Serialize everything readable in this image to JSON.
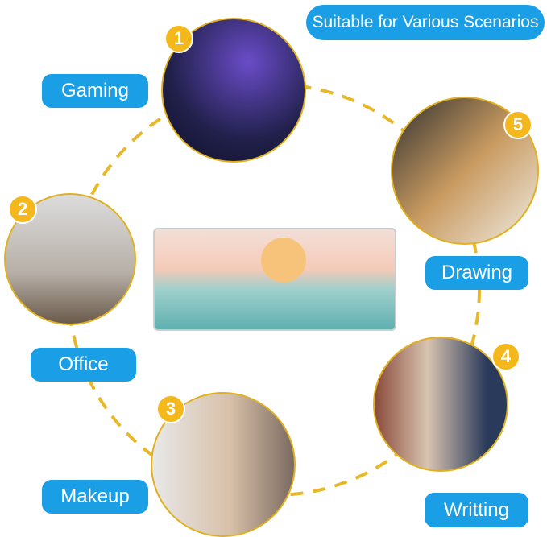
{
  "title": "Suitable for Various Scenarios",
  "scenarios": [
    {
      "number": "1",
      "label": "Gaming"
    },
    {
      "number": "2",
      "label": "Office"
    },
    {
      "number": "3",
      "label": "Makeup"
    },
    {
      "number": "4",
      "label": "Writting"
    },
    {
      "number": "5",
      "label": "Drawing"
    }
  ],
  "colors": {
    "accent": "#1a9fe6",
    "badge": "#f4b81c"
  }
}
